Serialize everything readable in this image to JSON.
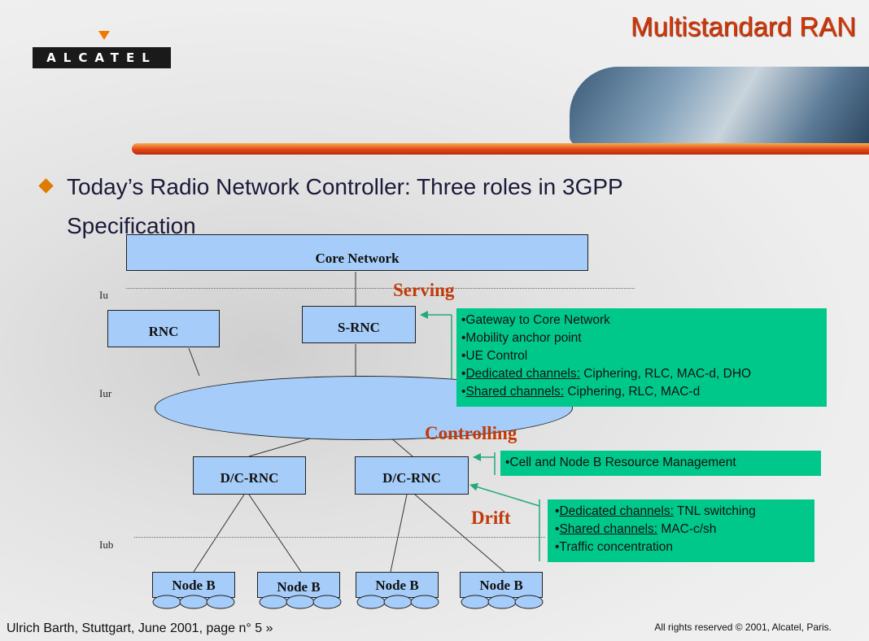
{
  "header": {
    "logo_text": "ALCATEL",
    "title": "Multistandard RAN"
  },
  "heading": {
    "line1": "Today’s Radio Network Controller: Three roles in 3GPP",
    "line2": "Specification"
  },
  "diagram": {
    "core_network": "Core Network",
    "rnc": "RNC",
    "s_rnc": "S-RNC",
    "dc_rnc_1": "D/C-RNC",
    "dc_rnc_2": "D/C-RNC",
    "node_b_1": "Node B",
    "node_b_2": "Node B",
    "node_b_3": "Node B",
    "node_b_4": "Node B",
    "iu": "Iu",
    "iur": "Iur",
    "iub": "Iub",
    "roles": {
      "serving": "Serving",
      "controlling": "Controlling",
      "drift": "Drift"
    },
    "serving_box": {
      "item1": "•Gateway to Core Network",
      "item2": "•Mobility anchor point",
      "item3": "•UE Control",
      "item4_u": "Dedicated channels:",
      "item4_rest": " Ciphering, RLC, MAC-d, DHO",
      "item5_u": "Shared channels:",
      "item5_rest": " Ciphering, RLC, MAC-d"
    },
    "controlling_box": {
      "item1": "•Cell and Node B Resource Management"
    },
    "drift_box": {
      "item1_u": "Dedicated channels:",
      "item1_rest": " TNL switching",
      "item2_u": "Shared channels:",
      "item2_rest": " MAC-c/sh",
      "item3": "•Traffic concentration"
    }
  },
  "footer": {
    "left": "Ulrich Barth, Stuttgart, June 2001, page n° 5  »",
    "right": "All rights reserved © 2001, Alcatel, Paris."
  }
}
